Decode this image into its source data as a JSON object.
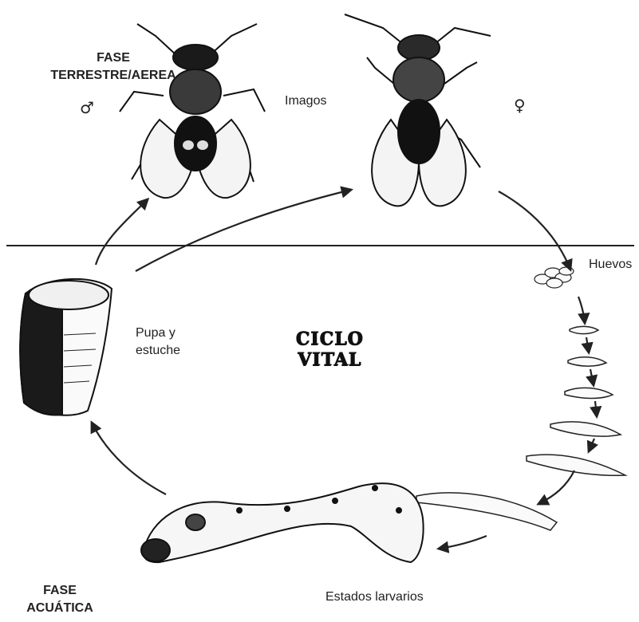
{
  "labels": {
    "phase_air_line1": "FASE",
    "phase_air_line2": "TERRESTRE/AEREA",
    "phase_water_line1": "FASE",
    "phase_water_line2": "ACUÁTICA",
    "male_symbol": "♂",
    "female_symbol": "♀",
    "adults": "Imagos",
    "eggs": "Huevos",
    "pupa_line1": "Pupa y",
    "pupa_line2": "estuche",
    "title_line1": "CICLO",
    "title_line2": "VITAL",
    "larvae": "Estados larvarios"
  }
}
